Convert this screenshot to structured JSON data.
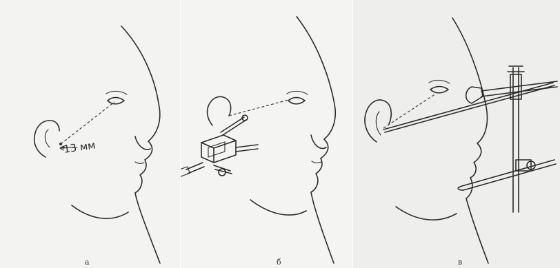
{
  "panels": [
    {
      "caption": "а",
      "measure_text": "13 мм"
    },
    {
      "caption": "б"
    },
    {
      "caption": "в"
    }
  ]
}
